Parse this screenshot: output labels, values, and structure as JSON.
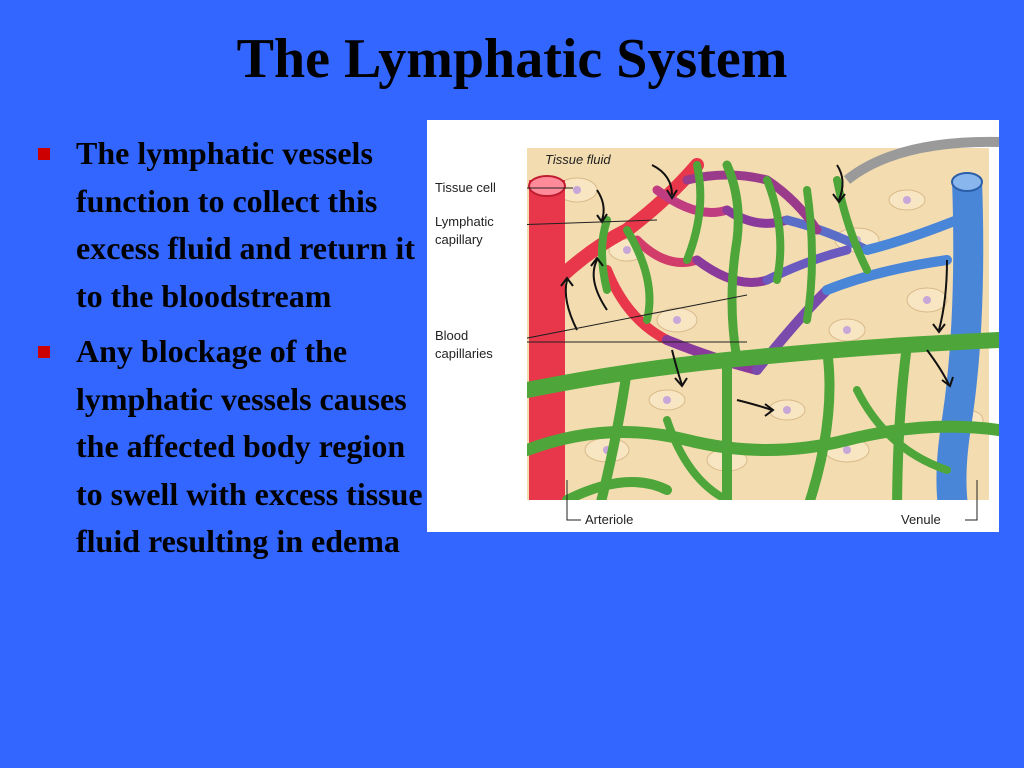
{
  "slide": {
    "title": "The Lymphatic System",
    "bullets": [
      "The lymphatic vessels function to collect this excess fluid and return it to the bloodstream",
      "Any blockage of the lymphatic vessels causes the affected body region to swell with excess tissue fluid resulting in edema"
    ],
    "bullet_color": "#cc0000",
    "background_color": "#3366ff"
  },
  "diagram": {
    "labels": {
      "tissue_fluid": "Tissue fluid",
      "tissue_cell": "Tissue cell",
      "lymphatic_capillary_1": "Lymphatic",
      "lymphatic_capillary_2": "capillary",
      "blood_capillaries_1": "Blood",
      "blood_capillaries_2": "capillaries",
      "arteriole": "Arteriole",
      "venule": "Venule"
    },
    "colors": {
      "arteriole": "#e8364a",
      "venule": "#4a86d8",
      "lymphatic": "#4ea63a",
      "capillary_mix": "#8a3a9a",
      "tissue": "#f3dcb0"
    }
  }
}
